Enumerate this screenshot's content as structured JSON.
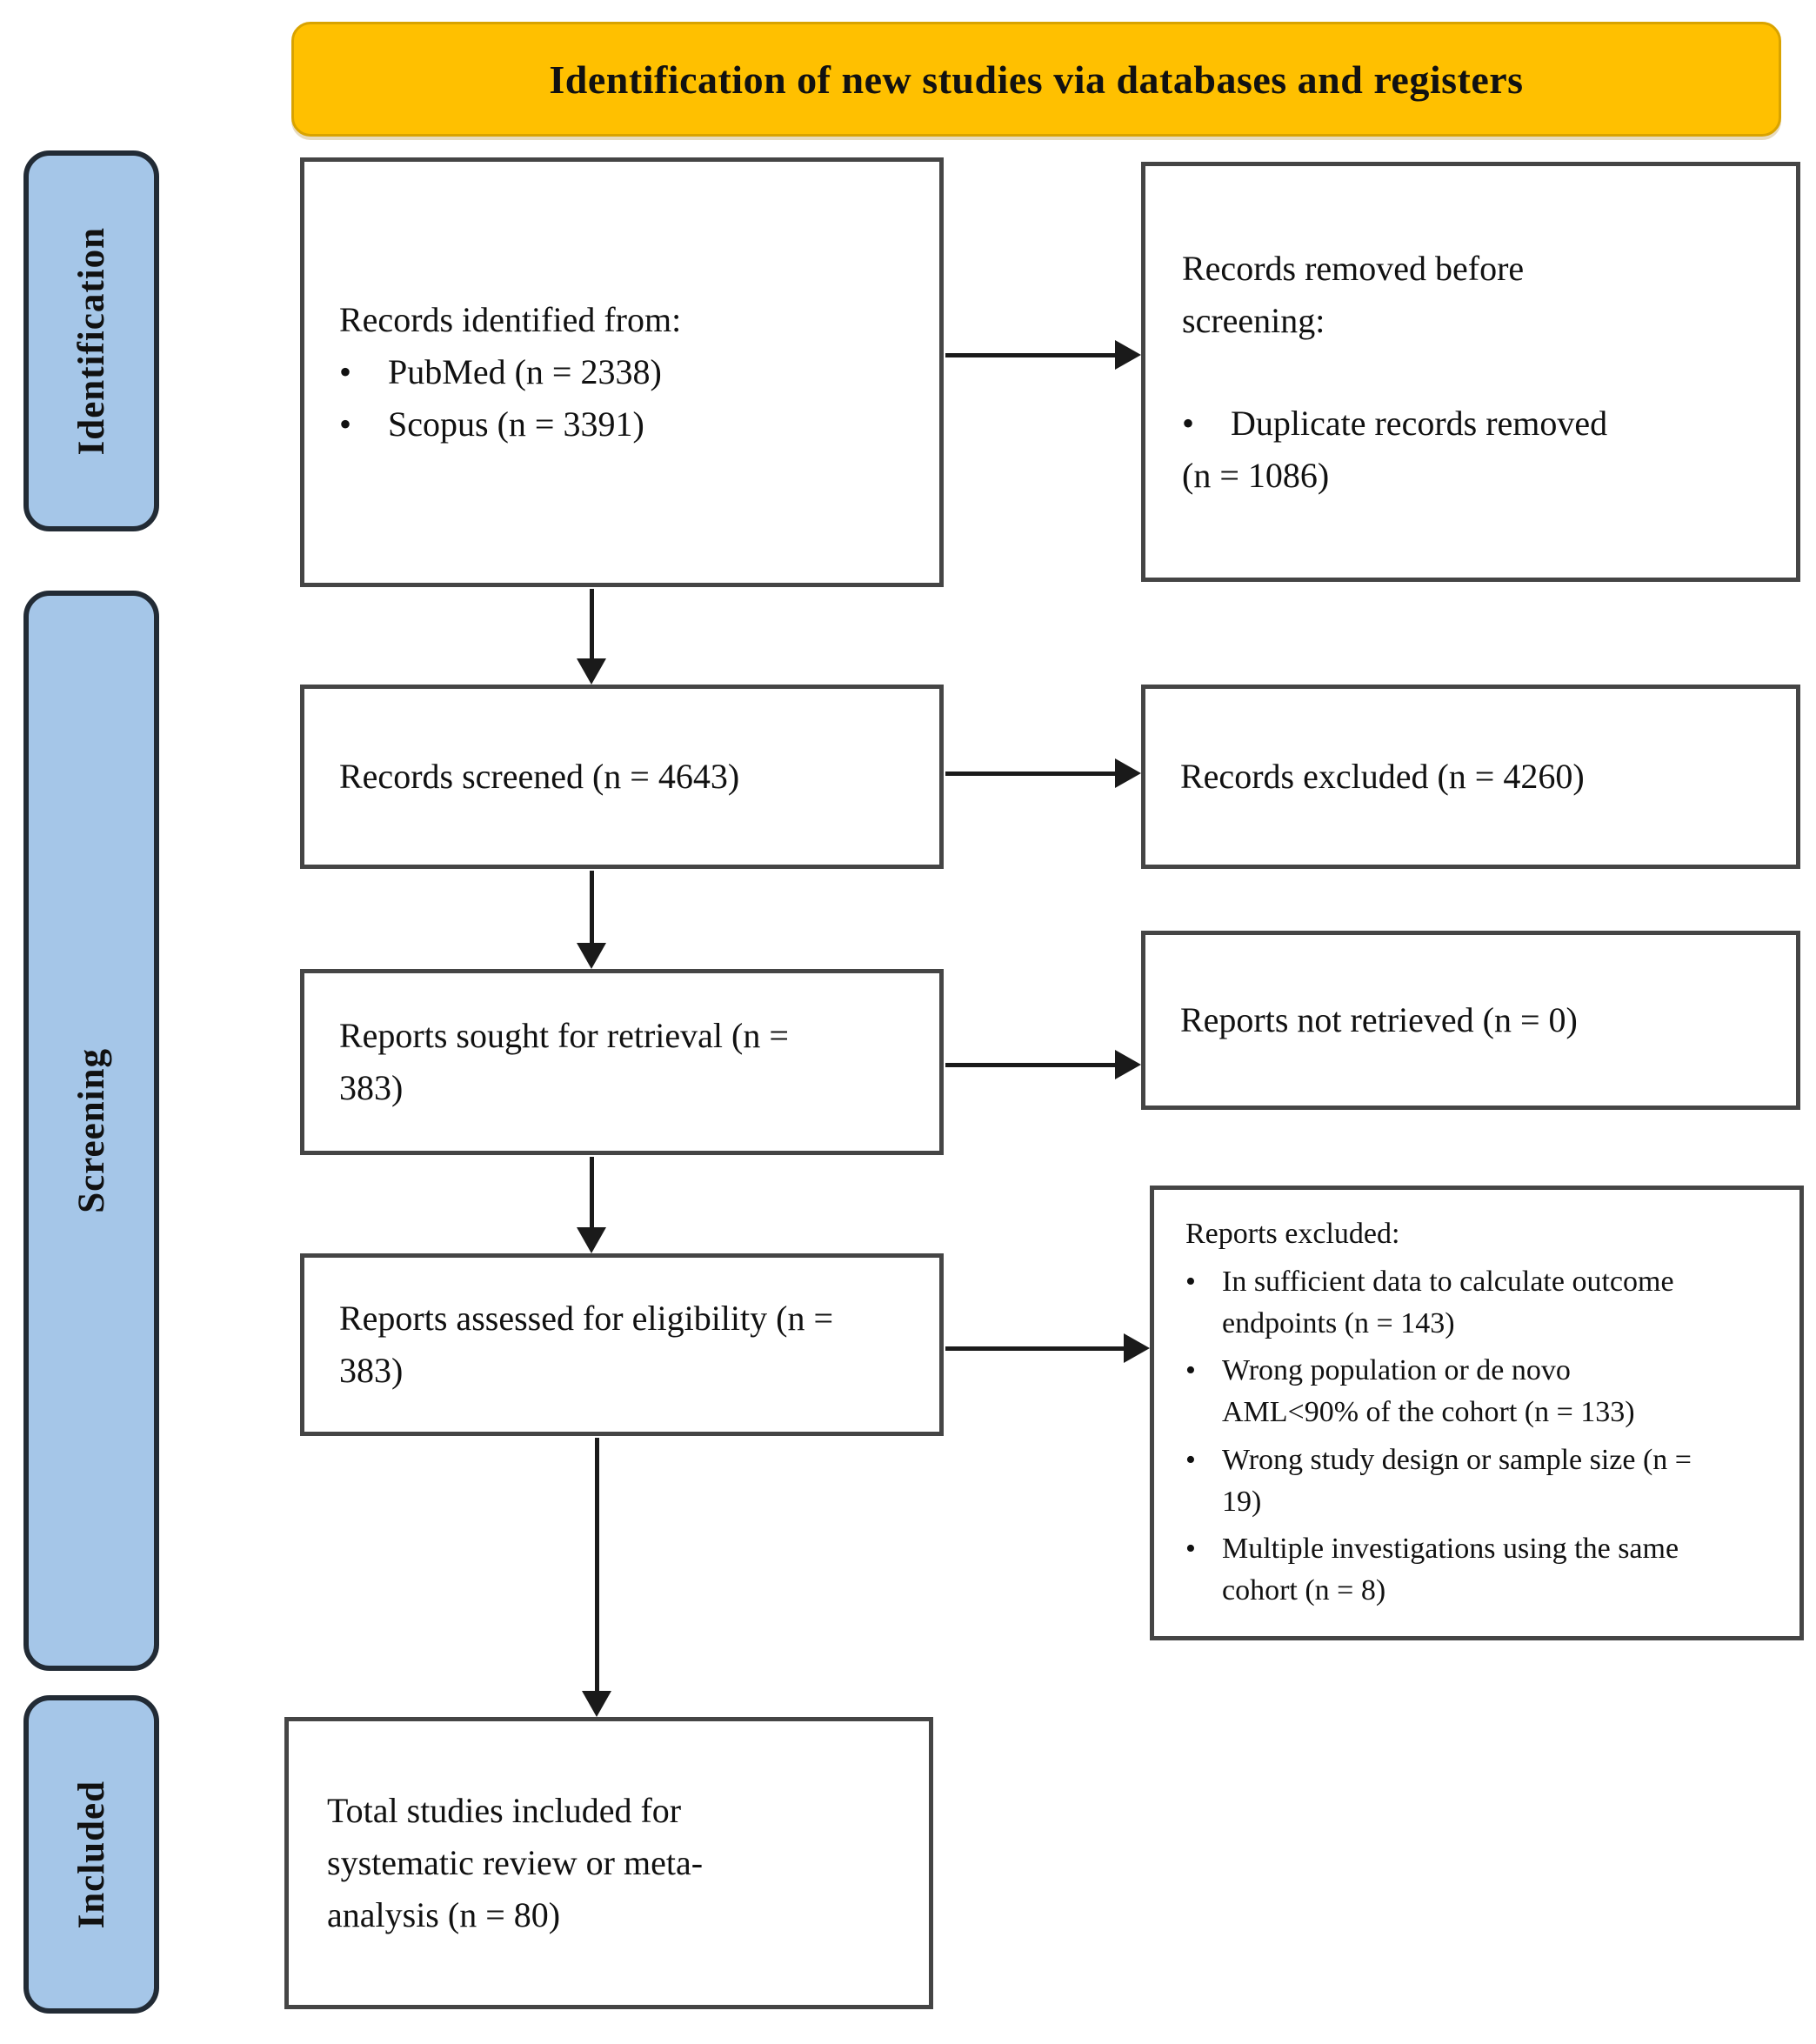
{
  "banner": {
    "title": "Identification of new studies via databases and registers"
  },
  "sidebar": {
    "stages": [
      {
        "label": "Identification"
      },
      {
        "label": "Screening"
      },
      {
        "label": "Included"
      }
    ]
  },
  "boxes": {
    "records_identified": {
      "lines": [
        {
          "type": "plain",
          "text": "Records identified from:"
        },
        {
          "type": "bullet",
          "text": "PubMed (n = 2338)"
        },
        {
          "type": "bullet",
          "text": "Scopus (n = 3391)"
        }
      ]
    },
    "records_removed": {
      "lines": [
        {
          "type": "plain",
          "text": "Records removed before screening:"
        },
        {
          "type": "spacer"
        },
        {
          "type": "bullet",
          "text": "Duplicate records removed"
        },
        {
          "type": "cont",
          "text": "(n = 1086)"
        }
      ]
    },
    "records_screened": {
      "text": "Records screened (n = 4643)"
    },
    "records_excluded": {
      "text": "Records excluded (n = 4260)"
    },
    "reports_sought": {
      "text": "Reports sought for retrieval (n = 383)"
    },
    "reports_not_retrieved": {
      "text": "Reports not retrieved (n = 0)"
    },
    "reports_assessed": {
      "text": "Reports assessed for eligibility (n = 383)"
    },
    "reports_excluded": {
      "lines": [
        {
          "type": "plain",
          "text": "Reports excluded:"
        },
        {
          "type": "bullet",
          "text": "In sufficient data to calculate outcome endpoints (n = 143)"
        },
        {
          "type": "bullet",
          "text": "Wrong population or de novo AML<90% of the cohort (n = 133)"
        },
        {
          "type": "bullet",
          "text": "Wrong study design or sample size (n = 19)"
        },
        {
          "type": "bullet",
          "text": "Multiple investigations using the same cohort (n = 8)"
        }
      ]
    },
    "total_included": {
      "text": "Total studies included for systematic review or meta-analysis (n = 80)"
    }
  },
  "colors": {
    "banner_fill": "#FFC000",
    "banner_border": "#D9A300",
    "stage_fill": "#A5C6E8",
    "stage_border": "#222B35",
    "box_border": "#454545",
    "arrow": "#1A1A1A"
  }
}
